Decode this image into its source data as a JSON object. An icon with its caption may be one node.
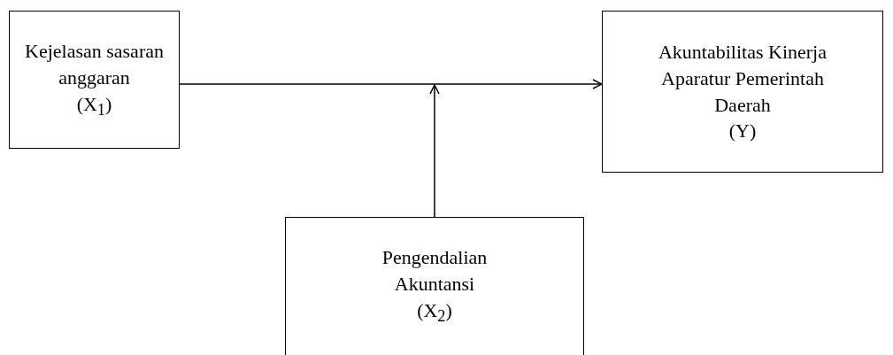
{
  "diagram": {
    "nodes": [
      {
        "text": [
          "Kejelasan sasaran anggaran",
          "(X$_{1}$)"
        ]
      },
      {
        "text": [
          "Akuntabilitas Kinerja Aparatur Pemerintah Daerah",
          "(Y)"
        ]
      },
      {
        "text": [
          "Pengendalian Akuntansi",
          "(X$_{2}$)"
        ]
      }
    ],
    "edges": [
      {
        "from": 0,
        "to": 1,
        "arrow": "to"
      },
      {
        "from": 2,
        "to": null,
        "arrow": "to"
      }
    ]
  }
}
